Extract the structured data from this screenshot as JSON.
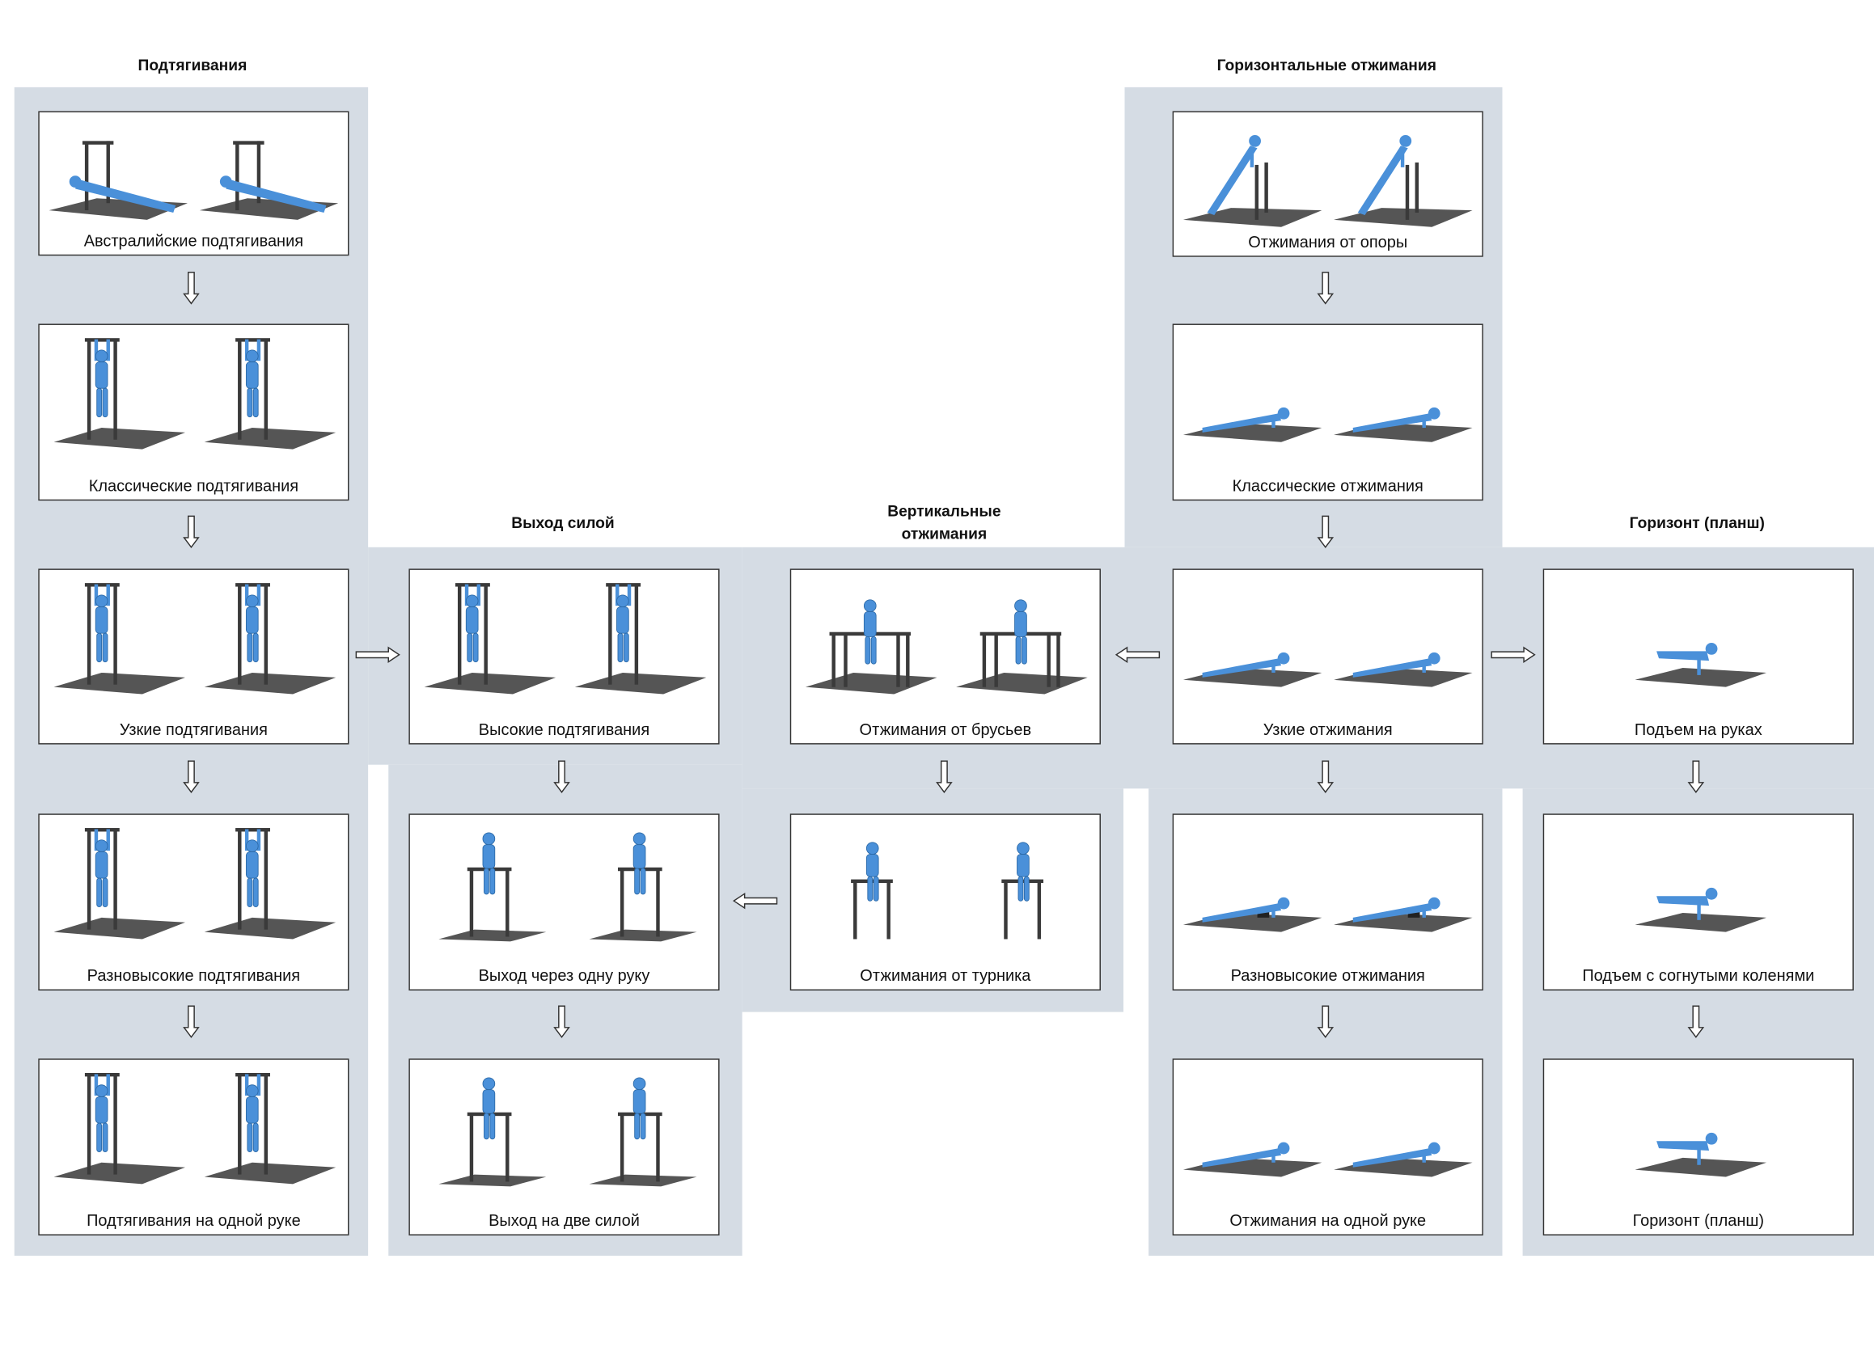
{
  "titles": {
    "pullups": "Подтягивания",
    "muscle_up": "Выход силой",
    "vertical_pushups_1": "Вертикальные",
    "vertical_pushups_2": "отжимания",
    "horizontal_pushups": "Горизонтальные отжимания",
    "planche": "Горизонт (планш)"
  },
  "cards": {
    "australian": {
      "caption": "Австралийские подтягивания",
      "icon": "low-bar"
    },
    "classic_pullups": {
      "caption": "Классические подтягивания",
      "icon": "pullup-bar"
    },
    "narrow_pullups": {
      "caption": "Узкие подтягивания",
      "icon": "pullup-bar"
    },
    "uneven_pullups": {
      "caption": "Разновысокие подтягивания",
      "icon": "pullup-bar"
    },
    "one_arm_pullups": {
      "caption": "Подтягивания на одной руке",
      "icon": "pullup-bar"
    },
    "high_pullups": {
      "caption": "Высокие подтягивания",
      "icon": "pullup-bar"
    },
    "one_arm_muscle_up": {
      "caption": "Выход через одну руку",
      "icon": "muscle-up"
    },
    "two_arm_muscle_up": {
      "caption": "Выход на две силой",
      "icon": "muscle-up"
    },
    "dips": {
      "caption": "Отжимания от брусьев",
      "icon": "dip-bars"
    },
    "bar_dips": {
      "caption": "Отжимания от турника",
      "icon": "bar-dip"
    },
    "incline_pushups": {
      "caption": "Отжимания от опоры",
      "icon": "incline"
    },
    "classic_pushups": {
      "caption": "Классические отжимания",
      "icon": "floor"
    },
    "narrow_pushups": {
      "caption": "Узкие отжимания",
      "icon": "floor"
    },
    "uneven_pushups": {
      "caption": "Разновысокие отжимания",
      "icon": "floor-block"
    },
    "one_arm_pushups": {
      "caption": "Отжимания на одной руке",
      "icon": "floor"
    },
    "crow": {
      "caption": "Подъем на руках",
      "icon": "planche"
    },
    "tuck": {
      "caption": "Подъем с согнутыми коленями",
      "icon": "planche"
    },
    "planche": {
      "caption": "Горизонт (планш)",
      "icon": "planche"
    }
  },
  "colors": {
    "panel": "#d5dce4",
    "figure": "#4a90d9",
    "frame": "#3a3a3a"
  }
}
